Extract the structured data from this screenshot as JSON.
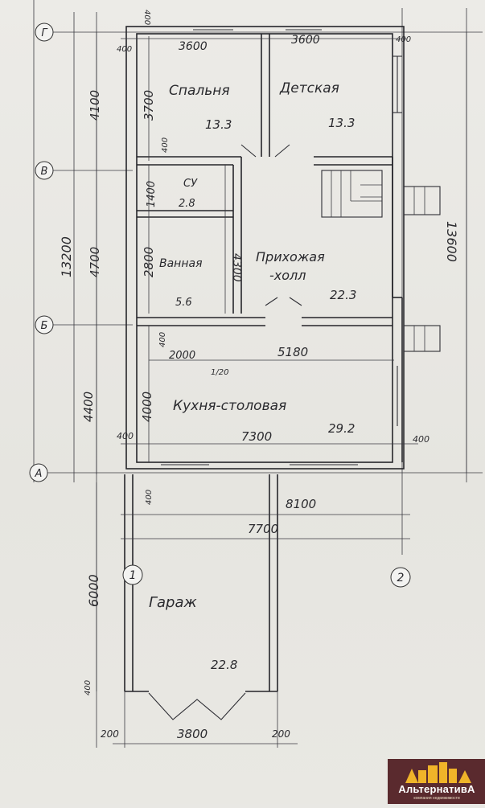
{
  "axes": {
    "g": "Г",
    "v": "В",
    "b": "Б",
    "a": "А",
    "one": "1",
    "two": "2"
  },
  "rooms": {
    "bedroom": {
      "name": "Спальня",
      "area": "13.3"
    },
    "kids": {
      "name": "Детская",
      "area": "13.3"
    },
    "wc": {
      "name": "СУ",
      "area": "2.8"
    },
    "bath": {
      "name": "Ванная",
      "area": "5.6"
    },
    "hall": {
      "name_line1": "Прихожая",
      "name_line2": "-холл",
      "area": "22.3"
    },
    "kitchen": {
      "name": "Кухня-столовая",
      "area": "29.2"
    },
    "garage": {
      "name": "Гараж",
      "area": "22.8"
    }
  },
  "dims": {
    "top_left": "3600",
    "top_right": "3600",
    "d400_tl": "400",
    "d400_tr": "400",
    "d400_top": "400",
    "d4100": "4100",
    "d3700": "3700",
    "d400_bed": "400",
    "d13200": "13200",
    "d4700": "4700",
    "d1400": "1400",
    "d2800": "2800",
    "d4300": "4300",
    "d13600": "13600",
    "d4400": "4400",
    "d400_k": "400",
    "d2000": "2000",
    "d5180": "5180",
    "d1_20": "1/20",
    "d4000": "4000",
    "d400_bl": "400",
    "d7300": "7300",
    "d400_br": "400",
    "d400_g": "400",
    "d8100": "8100",
    "d7700": "7700",
    "d6000": "6000",
    "d400_gb": "400",
    "d200_l": "200",
    "d3800": "3800",
    "d200_r": "200"
  },
  "brand": {
    "name": "АльтернативА",
    "tagline": "компания недвижимости"
  },
  "colors": {
    "ink": "#2a2a2e",
    "paper": "#e9e8e4",
    "brand_bg": "#5a2a2e",
    "brand_gold": "#f0b429"
  }
}
